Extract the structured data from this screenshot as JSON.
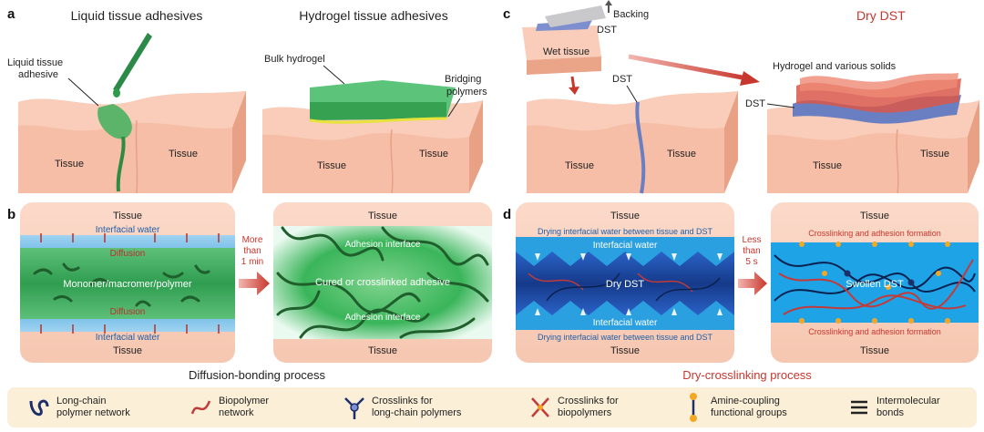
{
  "panels": {
    "a": {
      "letter": "a",
      "title_liquid": "Liquid tissue adhesives",
      "title_hydrogel": "Hydrogel tissue adhesives",
      "label_liquid_adhesive_line1": "Liquid tissue",
      "label_liquid_adhesive_line2": "adhesive",
      "label_bulk_hydrogel": "Bulk hydrogel",
      "label_bridging_line1": "Bridging",
      "label_bridging_line2": "polymers",
      "tissue": "Tissue"
    },
    "b": {
      "letter": "b",
      "tissue": "Tissue",
      "interfacial_water": "Interfacial water",
      "diffusion": "Diffusion",
      "monomer": "Monomer/macromer/polymer",
      "arrow_line1": "More",
      "arrow_line2": "than",
      "arrow_line3": "1 min",
      "adhesion_interface": "Adhesion interface",
      "cured": "Cured or crosslinked adhesive",
      "process": "Diffusion-bonding process"
    },
    "c": {
      "letter": "c",
      "title_dry": "Dry DST",
      "backing": "Backing",
      "dst": "DST",
      "wet_tissue": "Wet tissue",
      "hydrogel_solids": "Hydrogel and various solids",
      "tissue": "Tissue"
    },
    "d": {
      "letter": "d",
      "tissue": "Tissue",
      "drying": "Drying interfacial water between tissue and DST",
      "interfacial_water": "Interfacial water",
      "dry_dst": "Dry DST",
      "arrow_line1": "Less",
      "arrow_line2": "than",
      "arrow_line3": "5 s",
      "crosslinking": "Crosslinking and adhesion formation",
      "swollen": "Swollen DST",
      "process": "Dry-crosslinking process"
    }
  },
  "colors": {
    "tissue_top": "#f7c2ac",
    "tissue_side": "#f0ad94",
    "adhesive_green": "#2f9b4a",
    "hydrogel_green": "#3fae63",
    "bridging_yellow": "#e8e23c",
    "dst_blue": "#6a7fc2",
    "dst_red": "#d9574a",
    "accent_red": "#c8372d",
    "water_blue": "#2aa0e0",
    "dry_dst_navy": "#1d3f8f",
    "swollen_blue": "#1ea3e6",
    "legend_bg": "#fbefd7"
  },
  "legend": [
    {
      "icon": "long-chain-icon",
      "label": "Long-chain\npolymer network"
    },
    {
      "icon": "biopolymer-icon",
      "label": "Biopolymer\nnetwork"
    },
    {
      "icon": "crosslink-long-chain-icon",
      "label": "Crosslinks for\nlong-chain polymers"
    },
    {
      "icon": "crosslink-biopolymer-icon",
      "label": "Crosslinks for\nbiopolymers"
    },
    {
      "icon": "amine-coupling-icon",
      "label": "Amine-coupling\nfunctional groups"
    },
    {
      "icon": "intermolecular-bonds-icon",
      "label": "Intermolecular\nbonds"
    }
  ]
}
